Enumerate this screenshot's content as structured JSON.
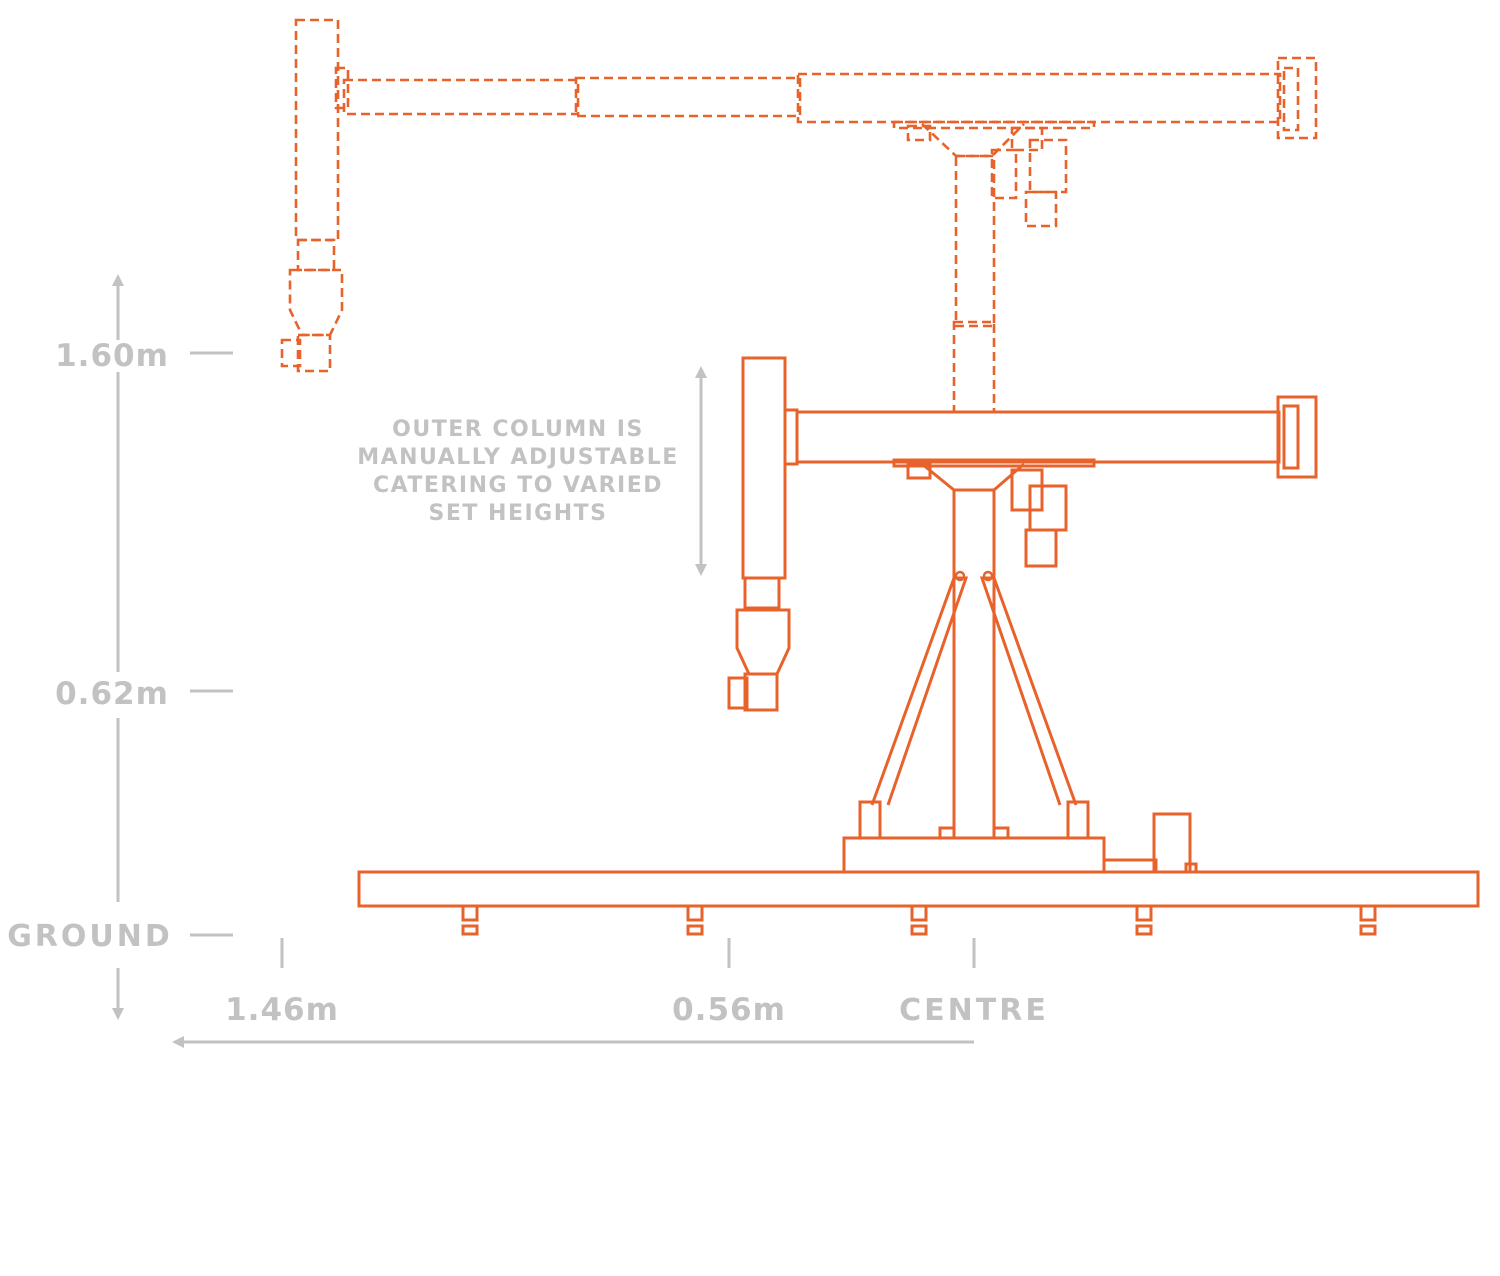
{
  "figure": {
    "vertical_labels": {
      "high": "1.60m",
      "low": "0.62m",
      "ground": "GROUND"
    },
    "horizontal_labels": {
      "far": "1.46m",
      "mid": "0.56m",
      "centre": "CENTRE"
    },
    "note_lines": [
      "OUTER COLUMN IS",
      "MANUALLY ADJUSTABLE",
      "CATERING TO VARIED",
      "SET HEIGHTS"
    ],
    "colors": {
      "rig": "#e8632c",
      "annotation": "#c2c2c2"
    }
  }
}
